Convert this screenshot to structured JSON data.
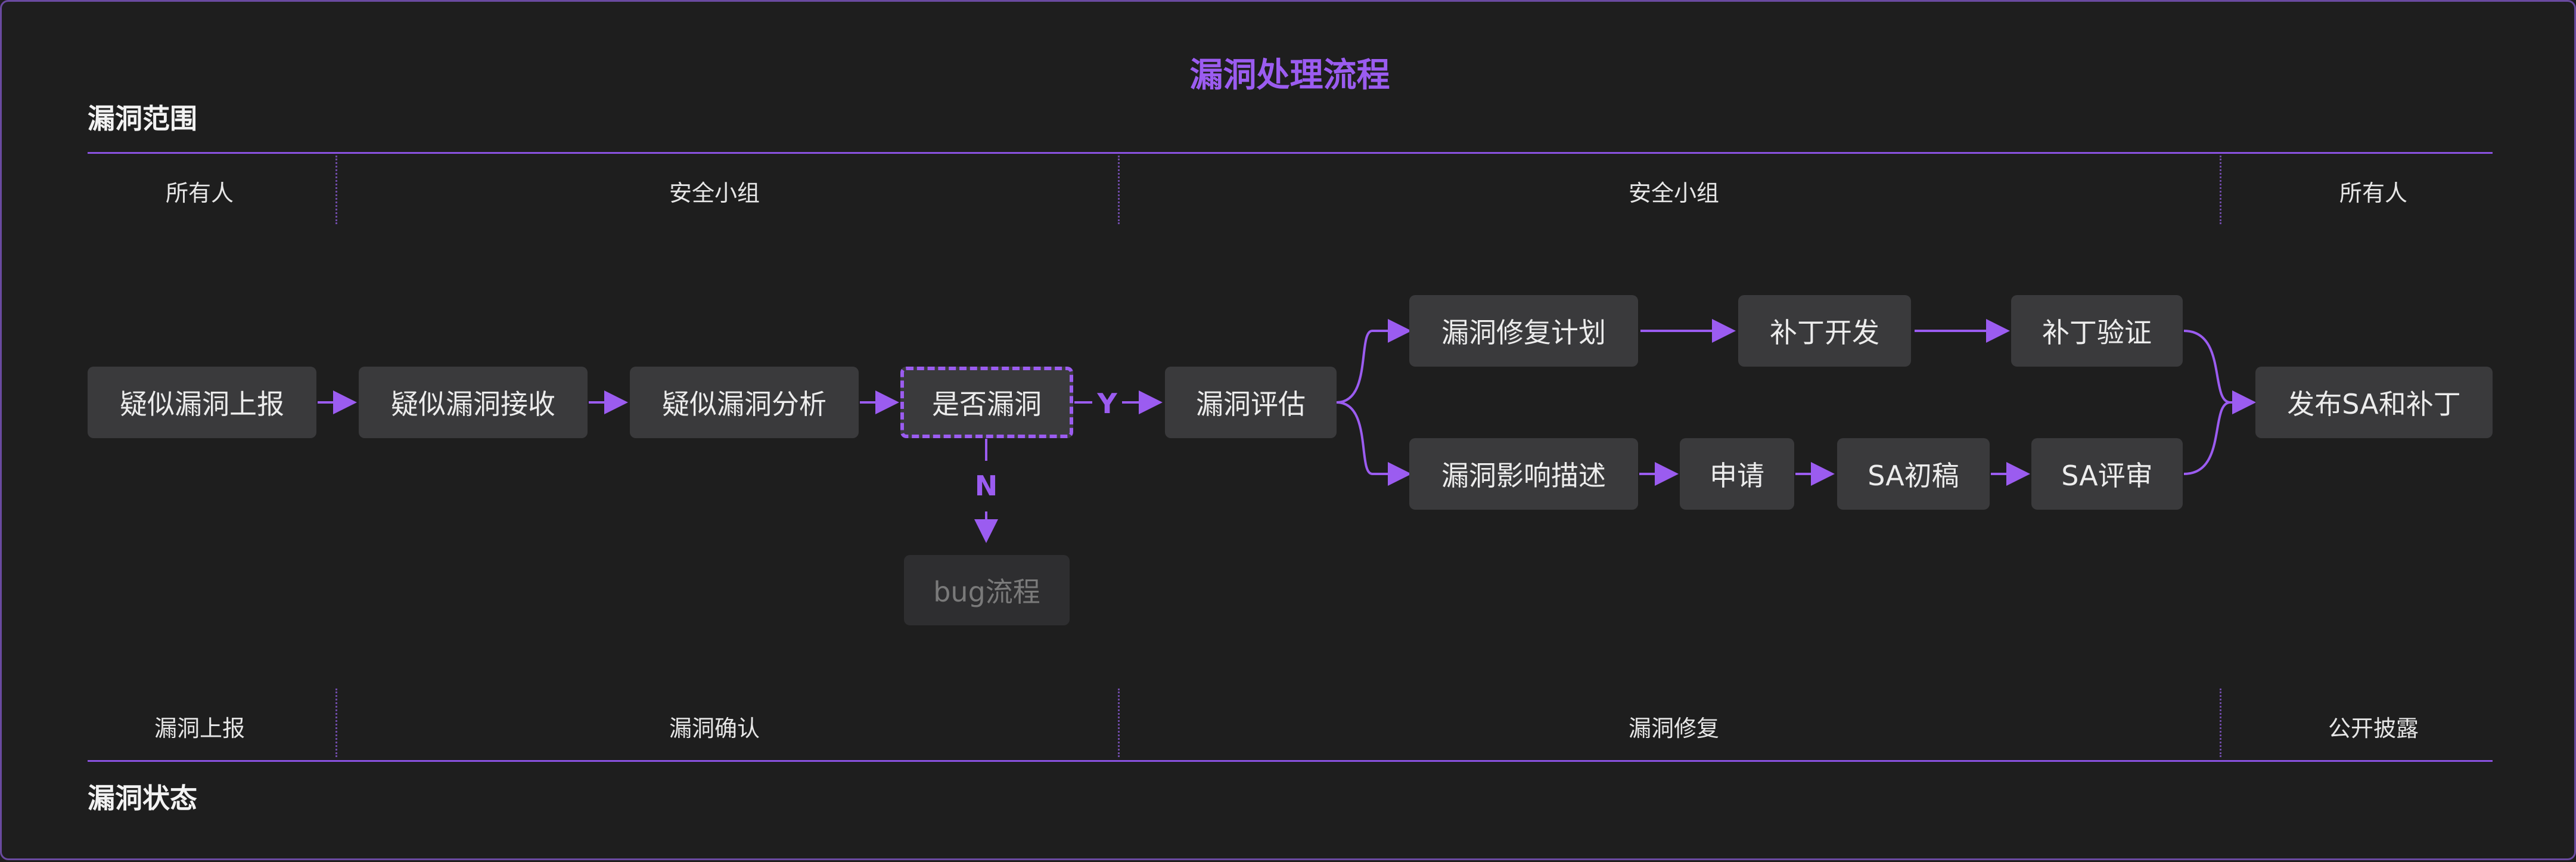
{
  "title": "漏洞处理流程",
  "top_section_label": "漏洞范围",
  "bottom_section_label": "漏洞状态",
  "scope_columns": [
    "所有人",
    "安全小组",
    "安全小组",
    "所有人"
  ],
  "status_columns": [
    "漏洞上报",
    "漏洞确认",
    "漏洞修复",
    "公开披露"
  ],
  "nodes": {
    "report": "疑似漏洞上报",
    "receive": "疑似漏洞接收",
    "analyze": "疑似漏洞分析",
    "decision": "是否漏洞",
    "bug": "bug流程",
    "evaluate": "漏洞评估",
    "fix_plan": "漏洞修复计划",
    "patch_dev": "补丁开发",
    "patch_verify": "补丁验证",
    "impact": "漏洞影响描述",
    "apply": "申请",
    "sa_draft": "SA初稿",
    "sa_review": "SA评审",
    "publish": "发布SA和补丁"
  },
  "edge_labels": {
    "yes": "Y",
    "no": "N"
  },
  "colors": {
    "accent": "#9b5cf0",
    "background": "#1e1e1e",
    "node": "#3a3a3c"
  }
}
